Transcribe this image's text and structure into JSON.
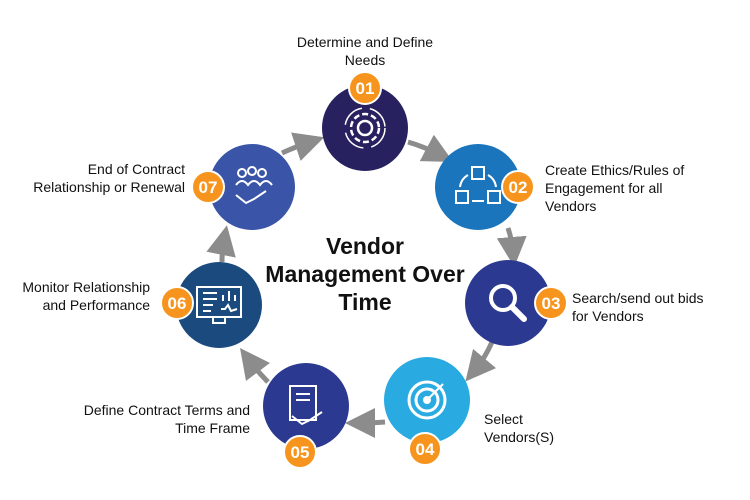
{
  "title": "Vendor Management Over Time",
  "colors": {
    "badge": "#f7941d",
    "arrow": "#8c8c8c"
  },
  "steps": [
    {
      "num": "01",
      "label": "Determine and Define Needs",
      "icon": "gear-icon",
      "color": "#272160"
    },
    {
      "num": "02",
      "label": "Create Ethics/Rules of Engagement for all Vendors",
      "icon": "vendor-network-icon",
      "color": "#1a75bc"
    },
    {
      "num": "03",
      "label": "Search/send out bids for Vendors",
      "icon": "search-icon",
      "color": "#2b3990"
    },
    {
      "num": "04",
      "label": "Select Vendors(S)",
      "icon": "target-icon",
      "color": "#29abe2"
    },
    {
      "num": "05",
      "label": "Define Contract Terms and Time Frame",
      "icon": "contract-handshake-icon",
      "color": "#2b3990"
    },
    {
      "num": "06",
      "label": "Monitor Relationship and Performance",
      "icon": "monitor-chart-icon",
      "color": "#1b4a7e"
    },
    {
      "num": "07",
      "label": "End of Contract Relationship or Renewal",
      "icon": "team-handshake-icon",
      "color": "#3a55a8"
    }
  ]
}
